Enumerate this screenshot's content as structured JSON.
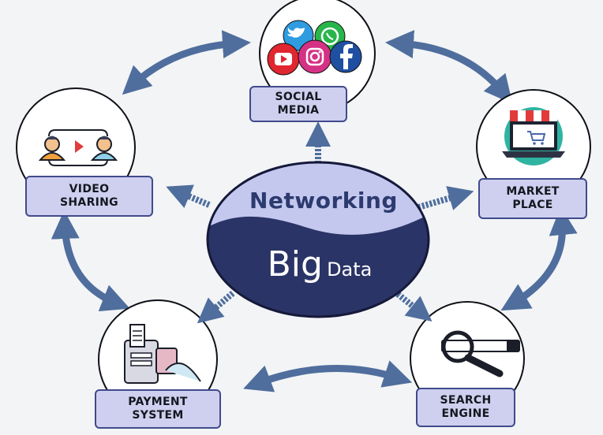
{
  "center": {
    "top_text": "Networking",
    "big": "Big",
    "small": "Data"
  },
  "nodes": {
    "social_media": {
      "line1": "SOCIAL",
      "line2": "MEDIA"
    },
    "market_place": {
      "line1": "MARKET",
      "line2": "PLACE"
    },
    "search_engine": {
      "line1": "SEARCH",
      "line2": "ENGINE"
    },
    "payment_system": {
      "line1": "PAYMENT",
      "line2": "SYSTEM"
    },
    "video_sharing": {
      "line1": "VIDEO",
      "line2": "SHARING"
    }
  },
  "icons": {
    "social_media": [
      "twitter-icon",
      "whatsapp-icon",
      "youtube-icon",
      "instagram-icon",
      "facebook-icon"
    ],
    "market_place": "storefront-laptop-icon",
    "search_engine": "magnifier-searchbar-icon",
    "payment_system": "card-terminal-icon",
    "video_sharing": "users-video-icon"
  },
  "colors": {
    "arrow": "#4f6e9d",
    "center_dark": "#2a3466",
    "center_light": "#c4c8ef",
    "label_bg": "#cfd0ef",
    "label_border": "#404a8c"
  }
}
